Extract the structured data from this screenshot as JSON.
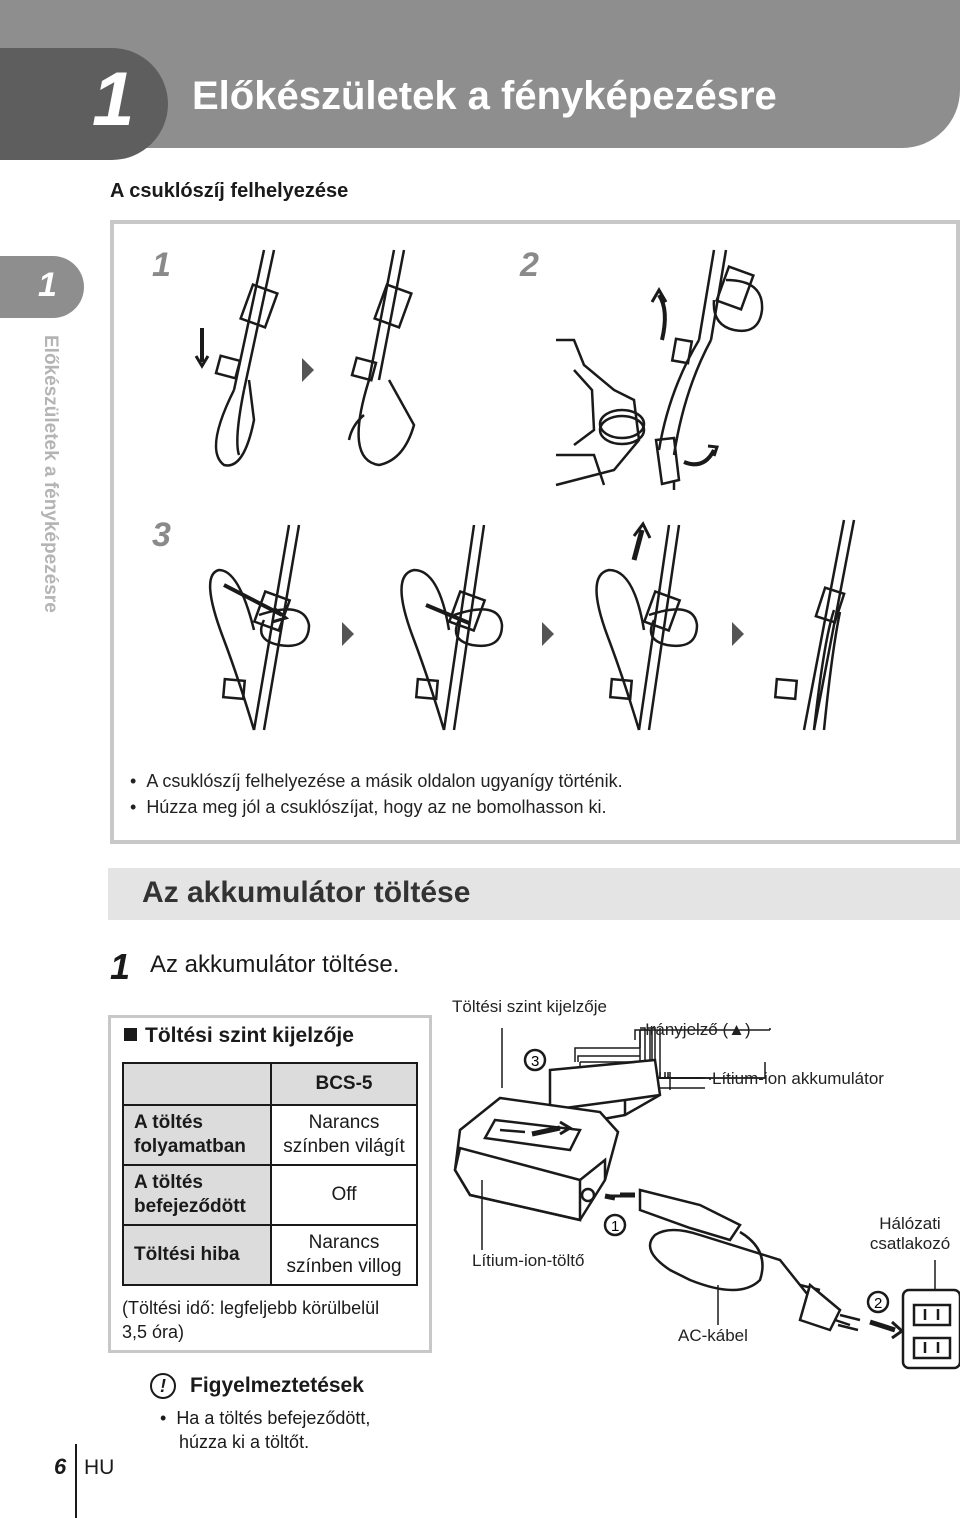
{
  "header": {
    "chapter_number": "1",
    "title": "Előkészületek a fényképezésre"
  },
  "side_tab": {
    "number": "1",
    "text": "Előkészületek a fényképezésre"
  },
  "strap": {
    "heading": "A csuklószíj felhelyezése",
    "step_labels": [
      "1",
      "2",
      "3"
    ],
    "bullets": [
      "A csuklószíj felhelyezése a másik oldalon ugyanígy történik.",
      "Húzza meg jól a csuklószíjat, hogy az ne bomolhasson ki."
    ]
  },
  "section_title": "Az akkumulátor töltése",
  "step1": {
    "number": "1",
    "text": "Az akkumulátor töltése."
  },
  "charge_table": {
    "heading": "Töltési szint kijelzője",
    "column_header": "BCS-5",
    "rows": [
      {
        "label_line1": "A töltés",
        "label_line2": "folyamatban",
        "value_line1": "Narancs",
        "value_line2": "színben világít"
      },
      {
        "label_line1": "A töltés",
        "label_line2": "befejeződött",
        "value_line1": "Off",
        "value_line2": ""
      },
      {
        "label_line1": "Töltési hiba",
        "label_line2": "",
        "value_line1": "Narancs",
        "value_line2": "színben villog"
      }
    ],
    "note_line1": "(Töltési idő: legfeljebb körülbelül",
    "note_line2": "3,5 óra)"
  },
  "diagram": {
    "charge_indicator": "Töltési szint kijelzője",
    "direction_mark": "Irányjelző (▲)",
    "battery": "Lítium-ion akkumulátor",
    "charger": "Lítium-ion-töltő",
    "outlet_line1": "Hálózati",
    "outlet_line2": "csatlakozó",
    "cable": "AC-kábel",
    "markers": [
      "1",
      "2",
      "3"
    ]
  },
  "caution": {
    "icon": "!",
    "heading": "Figyelmeztetések",
    "bullet_line1": "Ha a töltés befejeződött,",
    "bullet_line2": "húzza ki a töltőt."
  },
  "footer": {
    "page_number": "6",
    "language": "HU"
  }
}
